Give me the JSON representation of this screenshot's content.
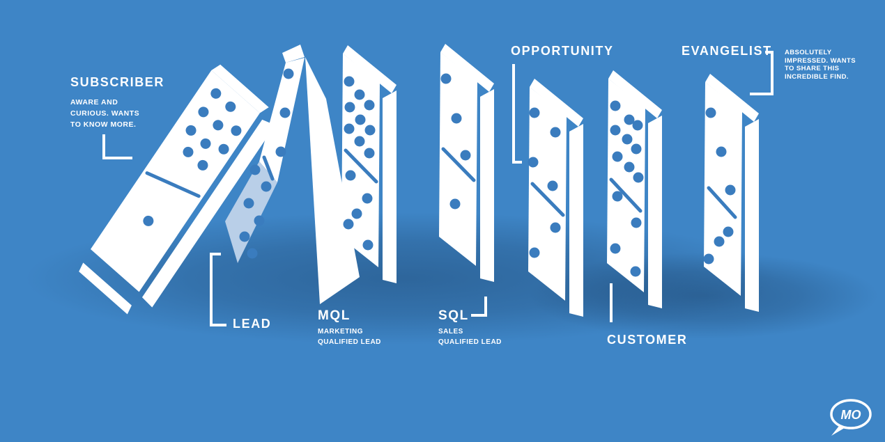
{
  "diagram": {
    "metaphor": "falling-dominoes marketing funnel",
    "palette": {
      "background": "#3E85C6",
      "domino_white": "#FFFFFF",
      "pip_blue": "#3A7CBE",
      "shaded_face": "#B9CFE8",
      "ground_shadow": "#173A60",
      "text": "#FFFFFF"
    }
  },
  "stages": [
    {
      "id": "subscriber",
      "label": "SUBSCRIBER",
      "description": "AWARE AND\nCURIOUS. WANTS\nTO KNOW MORE.",
      "domino_state": "fallen",
      "pips": {
        "upper": 10,
        "lower": 1
      }
    },
    {
      "id": "lead",
      "label": "LEAD",
      "description": "",
      "domino_state": "falling",
      "pips": {
        "upper": 3,
        "lower": 6
      }
    },
    {
      "id": "mql",
      "label": "MQL",
      "description": "MARKETING\nQUALIFIED LEAD",
      "domino_state": "standing",
      "pips": {
        "upper": 9,
        "lower": 5
      }
    },
    {
      "id": "sql",
      "label": "SQL",
      "description": "SALES\nQUALIFIED LEAD",
      "domino_state": "standing",
      "pips": {
        "upper": 3,
        "lower": 1
      }
    },
    {
      "id": "opportunity",
      "label": "OPPORTUNITY",
      "description": "",
      "domino_state": "standing",
      "pips": {
        "upper": 4,
        "lower": 2
      }
    },
    {
      "id": "customer",
      "label": "CUSTOMER",
      "description": "",
      "domino_state": "standing",
      "pips": {
        "upper": 9,
        "lower": 4
      }
    },
    {
      "id": "evangelist",
      "label": "EVANGELIST",
      "description": "ABSOLUTELY\nIMPRESSED. WANTS\nTO SHARE THIS\nINCREDIBLE FIND.",
      "domino_state": "standing",
      "pips": {
        "upper": 3,
        "lower": 3
      }
    }
  ],
  "logo": {
    "text": "MO"
  }
}
